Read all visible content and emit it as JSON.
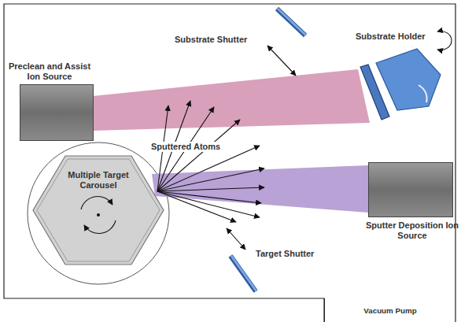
{
  "diagram": {
    "nodes": [
      {
        "text": [
          "Preclean and Assist Ion Source"
        ]
      },
      {
        "text": [
          "Multiple Target Carousel"
        ]
      },
      {
        "text": [
          "Sputter Deposition Ion Source"
        ]
      },
      {
        "text": [
          "Substrate Holder"
        ]
      },
      {
        "text": [
          "Vacuum Pump"
        ]
      }
    ],
    "labels": [
      "Substrate Shutter",
      "Sputtered Atoms",
      "Target Shutter"
    ]
  }
}
